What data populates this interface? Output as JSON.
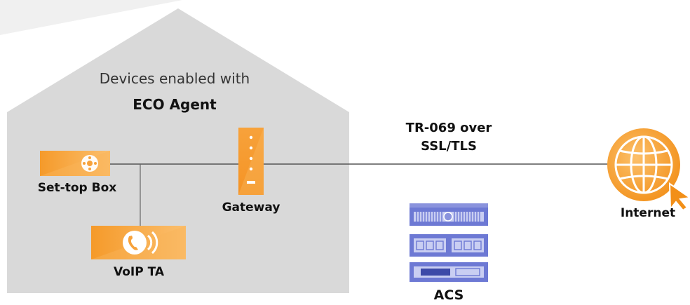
{
  "house": {
    "title_line1": "Devices enabled with",
    "title_line2": "ECO Agent"
  },
  "devices": {
    "settop": "Set-top Box",
    "voip": "VoIP TA",
    "gateway": "Gateway"
  },
  "link": {
    "line1": "TR-069 over",
    "line2": "SSL/TLS"
  },
  "acs": {
    "label": "ACS"
  },
  "internet": {
    "label": "Internet"
  },
  "colors": {
    "house": "#d8d8d8",
    "device_orange": "#f7a23b",
    "device_light": "#fbc47a",
    "server_blue": "#6d79d4",
    "server_light": "#c9cef2",
    "line": "#555555"
  }
}
